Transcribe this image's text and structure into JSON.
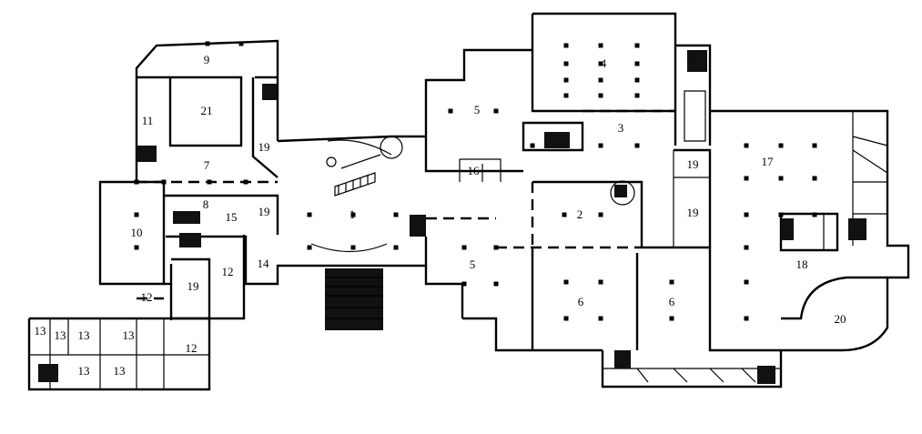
{
  "rooms": [
    {
      "id": "r1",
      "label": "1"
    },
    {
      "id": "r2",
      "label": "2"
    },
    {
      "id": "r3",
      "label": "3"
    },
    {
      "id": "r4",
      "label": "4"
    },
    {
      "id": "r5a",
      "label": "5"
    },
    {
      "id": "r5b",
      "label": "5"
    },
    {
      "id": "r6a",
      "label": "6"
    },
    {
      "id": "r6b",
      "label": "6"
    },
    {
      "id": "r7",
      "label": "7"
    },
    {
      "id": "r8",
      "label": "8"
    },
    {
      "id": "r9",
      "label": "9"
    },
    {
      "id": "r10",
      "label": "10"
    },
    {
      "id": "r11",
      "label": "11"
    },
    {
      "id": "r12a",
      "label": "12"
    },
    {
      "id": "r12b",
      "label": "12"
    },
    {
      "id": "r12c",
      "label": "12"
    },
    {
      "id": "r13a",
      "label": "13"
    },
    {
      "id": "r13b",
      "label": "13"
    },
    {
      "id": "r13c",
      "label": "13"
    },
    {
      "id": "r13d",
      "label": "13"
    },
    {
      "id": "r13e",
      "label": "13"
    },
    {
      "id": "r13f",
      "label": "13"
    },
    {
      "id": "r14",
      "label": "14"
    },
    {
      "id": "r15",
      "label": "15"
    },
    {
      "id": "r16",
      "label": "16"
    },
    {
      "id": "r17",
      "label": "17"
    },
    {
      "id": "r18",
      "label": "18"
    },
    {
      "id": "r19a",
      "label": "19"
    },
    {
      "id": "r19b",
      "label": "19"
    },
    {
      "id": "r19c",
      "label": "19"
    },
    {
      "id": "r19d",
      "label": "19"
    },
    {
      "id": "r19e",
      "label": "19"
    },
    {
      "id": "r20",
      "label": "20"
    },
    {
      "id": "r21",
      "label": "21"
    }
  ]
}
